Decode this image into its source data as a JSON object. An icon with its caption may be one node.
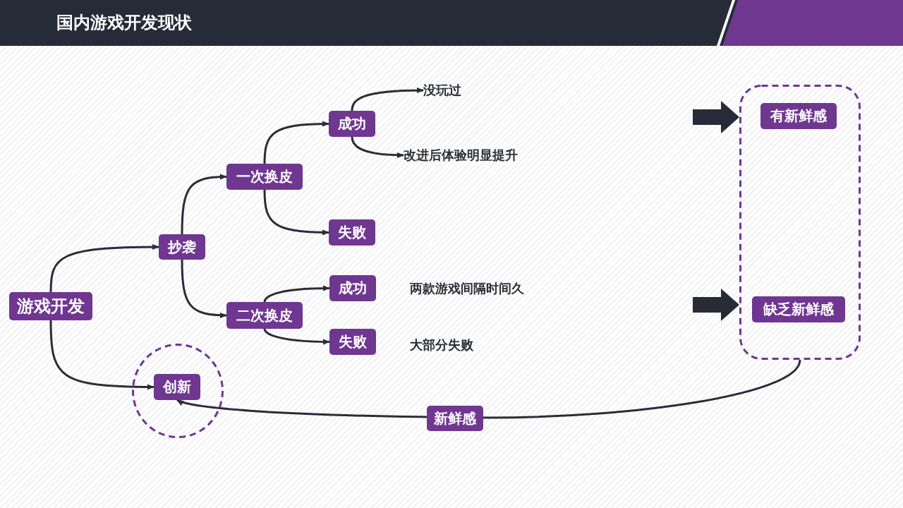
{
  "diagram": {
    "title": "国内游戏开发现状",
    "nodes": [
      {
        "text": [
          "游戏开发"
        ]
      },
      {
        "text": [
          "抄袭"
        ]
      },
      {
        "text": [
          "一次换皮"
        ]
      },
      {
        "text": [
          "成功"
        ]
      },
      {
        "text": [
          "没玩过"
        ]
      },
      {
        "text": [
          "改进后体验明显提升"
        ]
      },
      {
        "text": [
          "失败"
        ]
      },
      {
        "text": [
          "二次换皮"
        ]
      },
      {
        "text": [
          "成功"
        ],
        "beside": [
          "两款游戏间隔时间久"
        ]
      },
      {
        "text": [
          "失败"
        ],
        "beside": [
          "大部分失败"
        ]
      },
      {
        "text": [],
        "shape": "circle"
      },
      {
        "text": [
          "创新"
        ],
        "in": 10
      },
      {
        "text": [],
        "shape": "box"
      },
      {
        "text": [
          "有新鲜感"
        ],
        "in": 12
      },
      {
        "text": [
          "缺乏新鲜感"
        ],
        "in": 12
      }
    ],
    "edges": [
      {
        "from": 0,
        "to": 1,
        "arrow": "to"
      },
      {
        "from": 0,
        "to": 11,
        "arrow": "to"
      },
      {
        "from": 1,
        "to": 2,
        "arrow": "to"
      },
      {
        "from": 1,
        "to": 7,
        "arrow": "to"
      },
      {
        "from": 2,
        "to": 3,
        "arrow": "to"
      },
      {
        "from": 2,
        "to": 6,
        "arrow": "to"
      },
      {
        "from": 3,
        "to": 4,
        "arrow": "to"
      },
      {
        "from": 3,
        "to": 5,
        "arrow": "to"
      },
      {
        "from": 7,
        "to": 8,
        "arrow": "to"
      },
      {
        "from": 7,
        "to": 9,
        "arrow": "to"
      },
      {
        "from": 12,
        "to": 11,
        "arrow": "to",
        "label": "新鲜感"
      },
      {
        "from": null,
        "to": 12,
        "arrow": "to",
        "style": "thick"
      },
      {
        "from": null,
        "to": 12,
        "arrow": "to",
        "style": "thick"
      }
    ]
  }
}
